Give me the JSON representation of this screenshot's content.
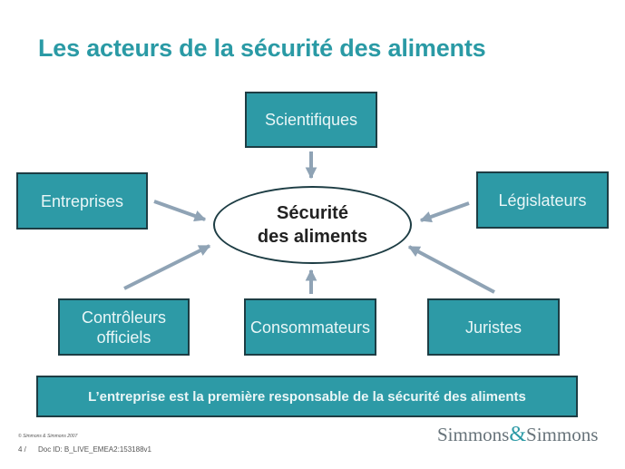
{
  "title": "Les acteurs de la sécurité des aliments",
  "center": "Sécurité\ndes aliments",
  "actors": {
    "scientifiques": "Scientifiques",
    "entreprises": "Entreprises",
    "legislateurs": "Législateurs",
    "controleurs": "Contrôleurs\nofficiels",
    "consommateurs": "Consommateurs",
    "juristes": "Juristes"
  },
  "banner": "L’entreprise est la première responsable de la sécurité des aliments",
  "footer": {
    "copyright": "© Simmons & Simmons 2007",
    "page": "4 /",
    "doc_id": "Doc ID: B_LIVE_EMEA2:153188v1",
    "logo_left": "Simmons",
    "logo_amp": "&",
    "logo_right": "Simmons"
  },
  "colors": {
    "title": "#2a9aa5",
    "box_fill": "#2d9aa6",
    "box_border": "#1d3d44",
    "arrow": "#8fa3b5"
  }
}
